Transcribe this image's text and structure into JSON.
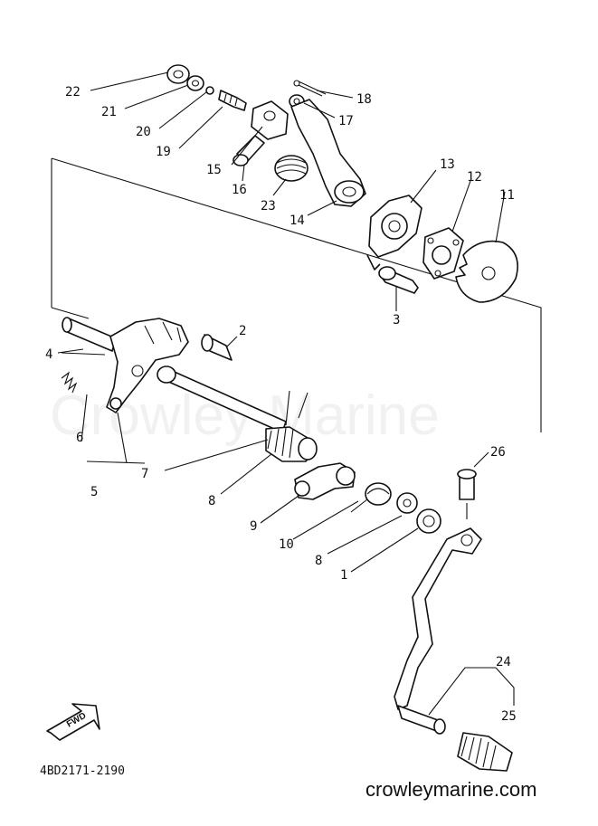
{
  "watermark": "Crowley Marine",
  "website": "crowleymarine.com",
  "diagram_code": "4BD2171-2190",
  "direction_label": "FWD",
  "callouts": [
    "22",
    "21",
    "20",
    "19",
    "18",
    "17",
    "15",
    "16",
    "23",
    "14",
    "13",
    "12",
    "11",
    "3",
    "2",
    "4",
    "6",
    "5",
    "7",
    "8",
    "9",
    "10",
    "8",
    "1",
    "26",
    "24",
    "25"
  ]
}
